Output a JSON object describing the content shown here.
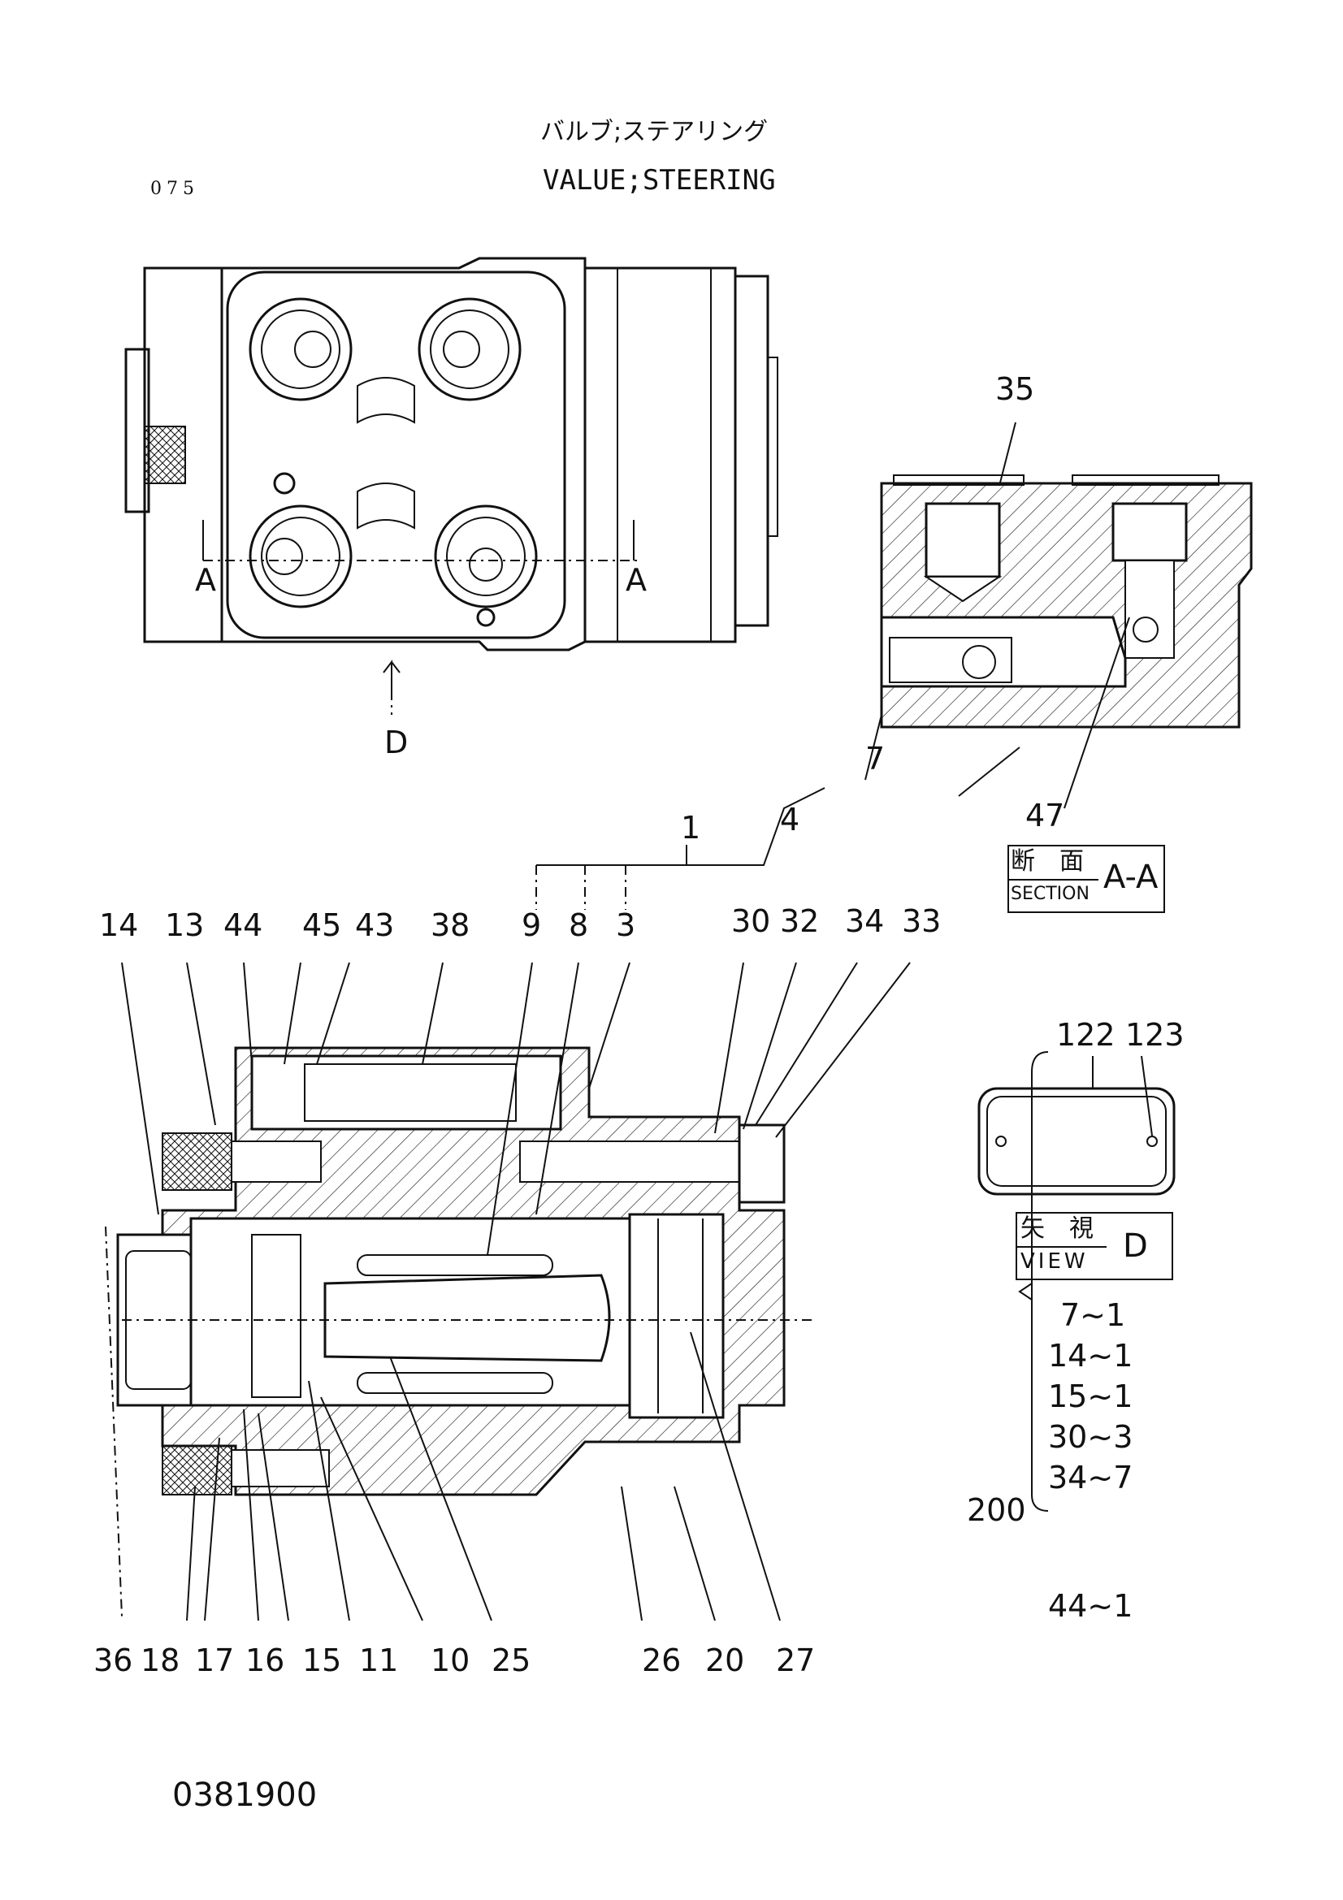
{
  "header": {
    "title_jp": "バルブ;ステアリング",
    "title_en": "VALUE;STEERING",
    "page_no": "075"
  },
  "views": {
    "top_view_labels": {
      "section_left": "A",
      "section_right": "A",
      "view_arrow": "D"
    },
    "section_aa": {
      "label_jp": "断　面",
      "label_en": "SECTION",
      "label_suffix": "A-A"
    },
    "view_d": {
      "label_jp": "矢　視",
      "label_en": "VIEW",
      "label_suffix": "D"
    }
  },
  "callouts": {
    "c35": "35",
    "c7": "7",
    "c47": "47",
    "c4": "4",
    "c1": "1",
    "c14": "14",
    "c13": "13",
    "c44": "44",
    "c45": "45",
    "c43": "43",
    "c38": "38",
    "c9": "9",
    "c8": "8",
    "c3": "3",
    "c30": "30",
    "c32": "32",
    "c34": "34",
    "c33": "33",
    "c122": "122",
    "c123": "123",
    "c36": "36",
    "c18": "18",
    "c17": "17",
    "c16": "16",
    "c15": "15",
    "c11": "11",
    "c10": "10",
    "c25": "25",
    "c26": "26",
    "c20": "20",
    "c27": "27"
  },
  "kit": {
    "number": "200",
    "items": [
      "7~1",
      "14~1",
      "15~1",
      "30~3",
      "34~7",
      "44~1"
    ]
  },
  "footer": {
    "drawing_no": "0381900"
  }
}
